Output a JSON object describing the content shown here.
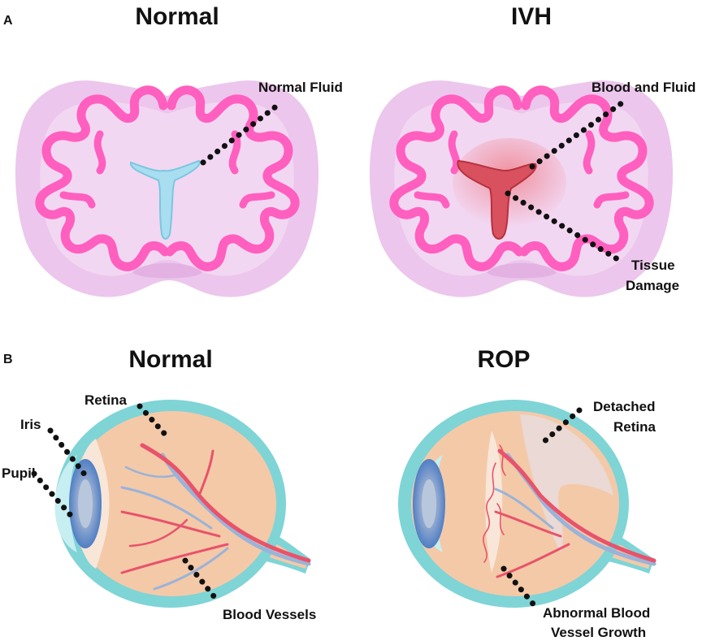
{
  "panels": {
    "a": {
      "letter": "A",
      "left_title": "Normal",
      "right_title": "IVH",
      "labels": {
        "normal_fluid": "Normal Fluid",
        "blood_and_fluid": "Blood and Fluid",
        "tissue_line1": "Tissue",
        "tissue_line2": "Damage"
      }
    },
    "b": {
      "letter": "B",
      "left_title": "Normal",
      "right_title": "ROP",
      "labels": {
        "retina": "Retina",
        "iris": "Iris",
        "pupil": "Pupil",
        "blood_vessels": "Blood Vessels",
        "detached_line1": "Detached",
        "detached_line2": "Retina",
        "abnormal_line1": "Abnormal Blood",
        "abnormal_line2": "Vessel Growth"
      }
    }
  },
  "colors": {
    "brain_outer": "#ecc6ec",
    "brain_inner": "#f2d7f2",
    "cortex": "#ff5fbf",
    "normal_fluid": "#a8def0",
    "blood": "#d9505f",
    "eye_outer": "#7fd4d6",
    "eye_inner": "#f4c9a8",
    "iris": "#6f93cc",
    "vessel_red": "#e8536b",
    "vessel_blue": "#9ab3d8"
  }
}
